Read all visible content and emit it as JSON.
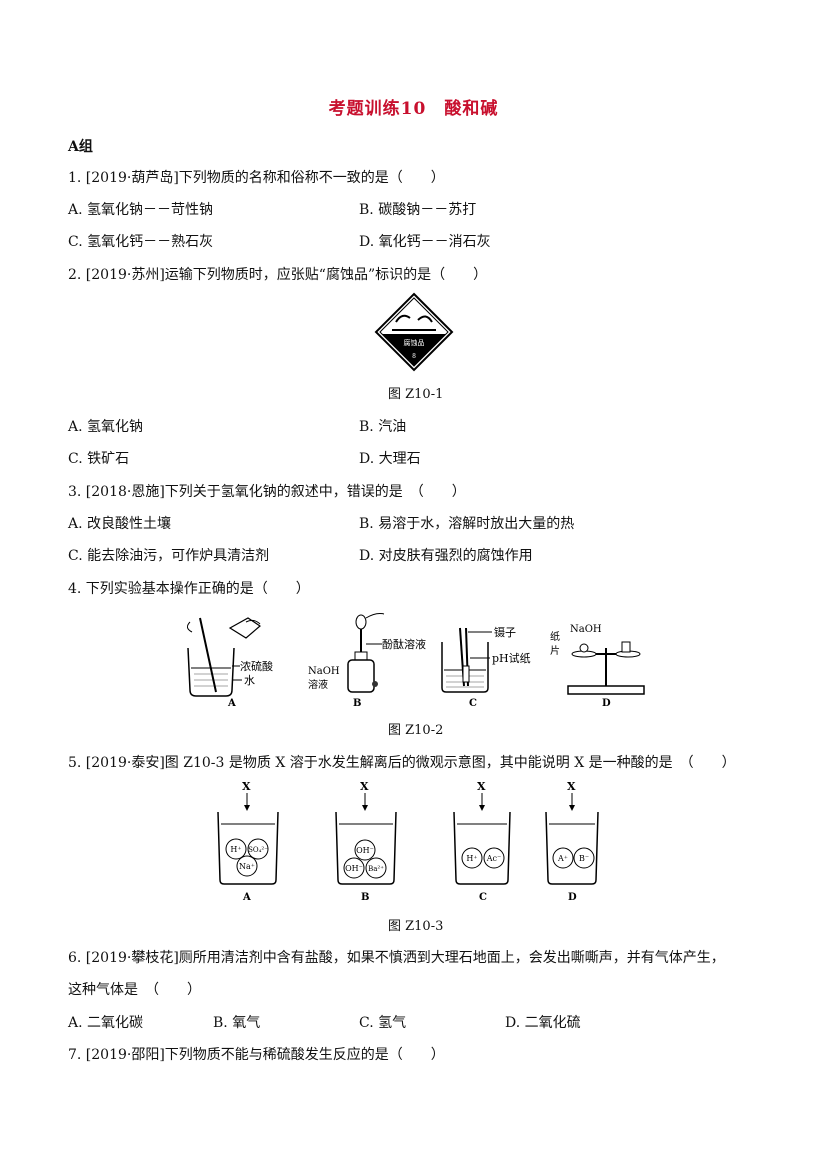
{
  "title": "考题训练10　酸和碱",
  "group": "A组",
  "q1": {
    "stem": "1. [2019·葫芦岛]下列物质的名称和俗称不一致的是（　　）",
    "a": "A. 氢氧化钠－－苛性钠",
    "b": "B. 碳酸钠－－苏打",
    "c": "C. 氢氧化钙－－熟石灰",
    "d": "D. 氧化钙－－消石灰"
  },
  "q2": {
    "stem": "2. [2019·苏州]运输下列物质时，应张贴“腐蚀品”标识的是（　　）",
    "sign_text": "腐蚀品",
    "sign_num": "8",
    "caption": "图 Z10-1",
    "a": "A. 氢氧化钠",
    "b": "B. 汽油",
    "c": "C. 铁矿石",
    "d": "D. 大理石"
  },
  "q3": {
    "stem": "3. [2018·恩施]下列关于氢氧化钠的叙述中，错误的是　（　　）",
    "a": "A. 改良酸性土壤",
    "b": "B. 易溶于水，溶解时放出大量的热",
    "c": "C. 能去除油污，可作炉具清洁剂",
    "d": "D. 对皮肤有强烈的腐蚀作用"
  },
  "q4": {
    "stem": "4. 下列实验基本操作正确的是（　　）",
    "fig": {
      "a_label1": "浓硫酸",
      "a_label2": "水",
      "b_label1": "酚酞溶液",
      "b_label2": "NaOH",
      "b_label3": "溶液",
      "c_label1": "镊子",
      "c_label2": "pH试纸",
      "d_label1": "NaOH",
      "d_label2": "纸",
      "d_label3": "片",
      "A": "A",
      "B": "B",
      "C": "C",
      "D": "D"
    },
    "caption": "图 Z10-2"
  },
  "q5": {
    "stem": "5. [2019·泰安]图 Z10-3 是物质 X 溶于水发生解离后的微观示意图，其中能说明 X 是一种酸的是　（　　）",
    "x": "X",
    "ions": {
      "a1": "H⁺",
      "a2": "SO₄²⁻",
      "a3": "Na⁺",
      "b1": "OH⁻",
      "b2": "OH⁻",
      "b3": "Ba²⁺",
      "c1": "H⁺",
      "c2": "Ac⁻",
      "d1": "A⁺",
      "d2": "B⁻"
    },
    "A": "A",
    "B": "B",
    "C": "C",
    "D": "D",
    "caption": "图 Z10-3"
  },
  "q6": {
    "stem1": "6. [2019·攀枝花]厕所用清洁剂中含有盐酸，如果不慎洒到大理石地面上，会发出嘶嘶声，并有气体产生，",
    "stem2": "这种气体是　（　　）",
    "a": "A. 二氧化碳",
    "b": "B. 氧气",
    "c": "C. 氢气",
    "d": "D. 二氧化硫"
  },
  "q7": {
    "stem": "7. [2019·邵阳]下列物质不能与稀硫酸发生反应的是（　　）"
  }
}
